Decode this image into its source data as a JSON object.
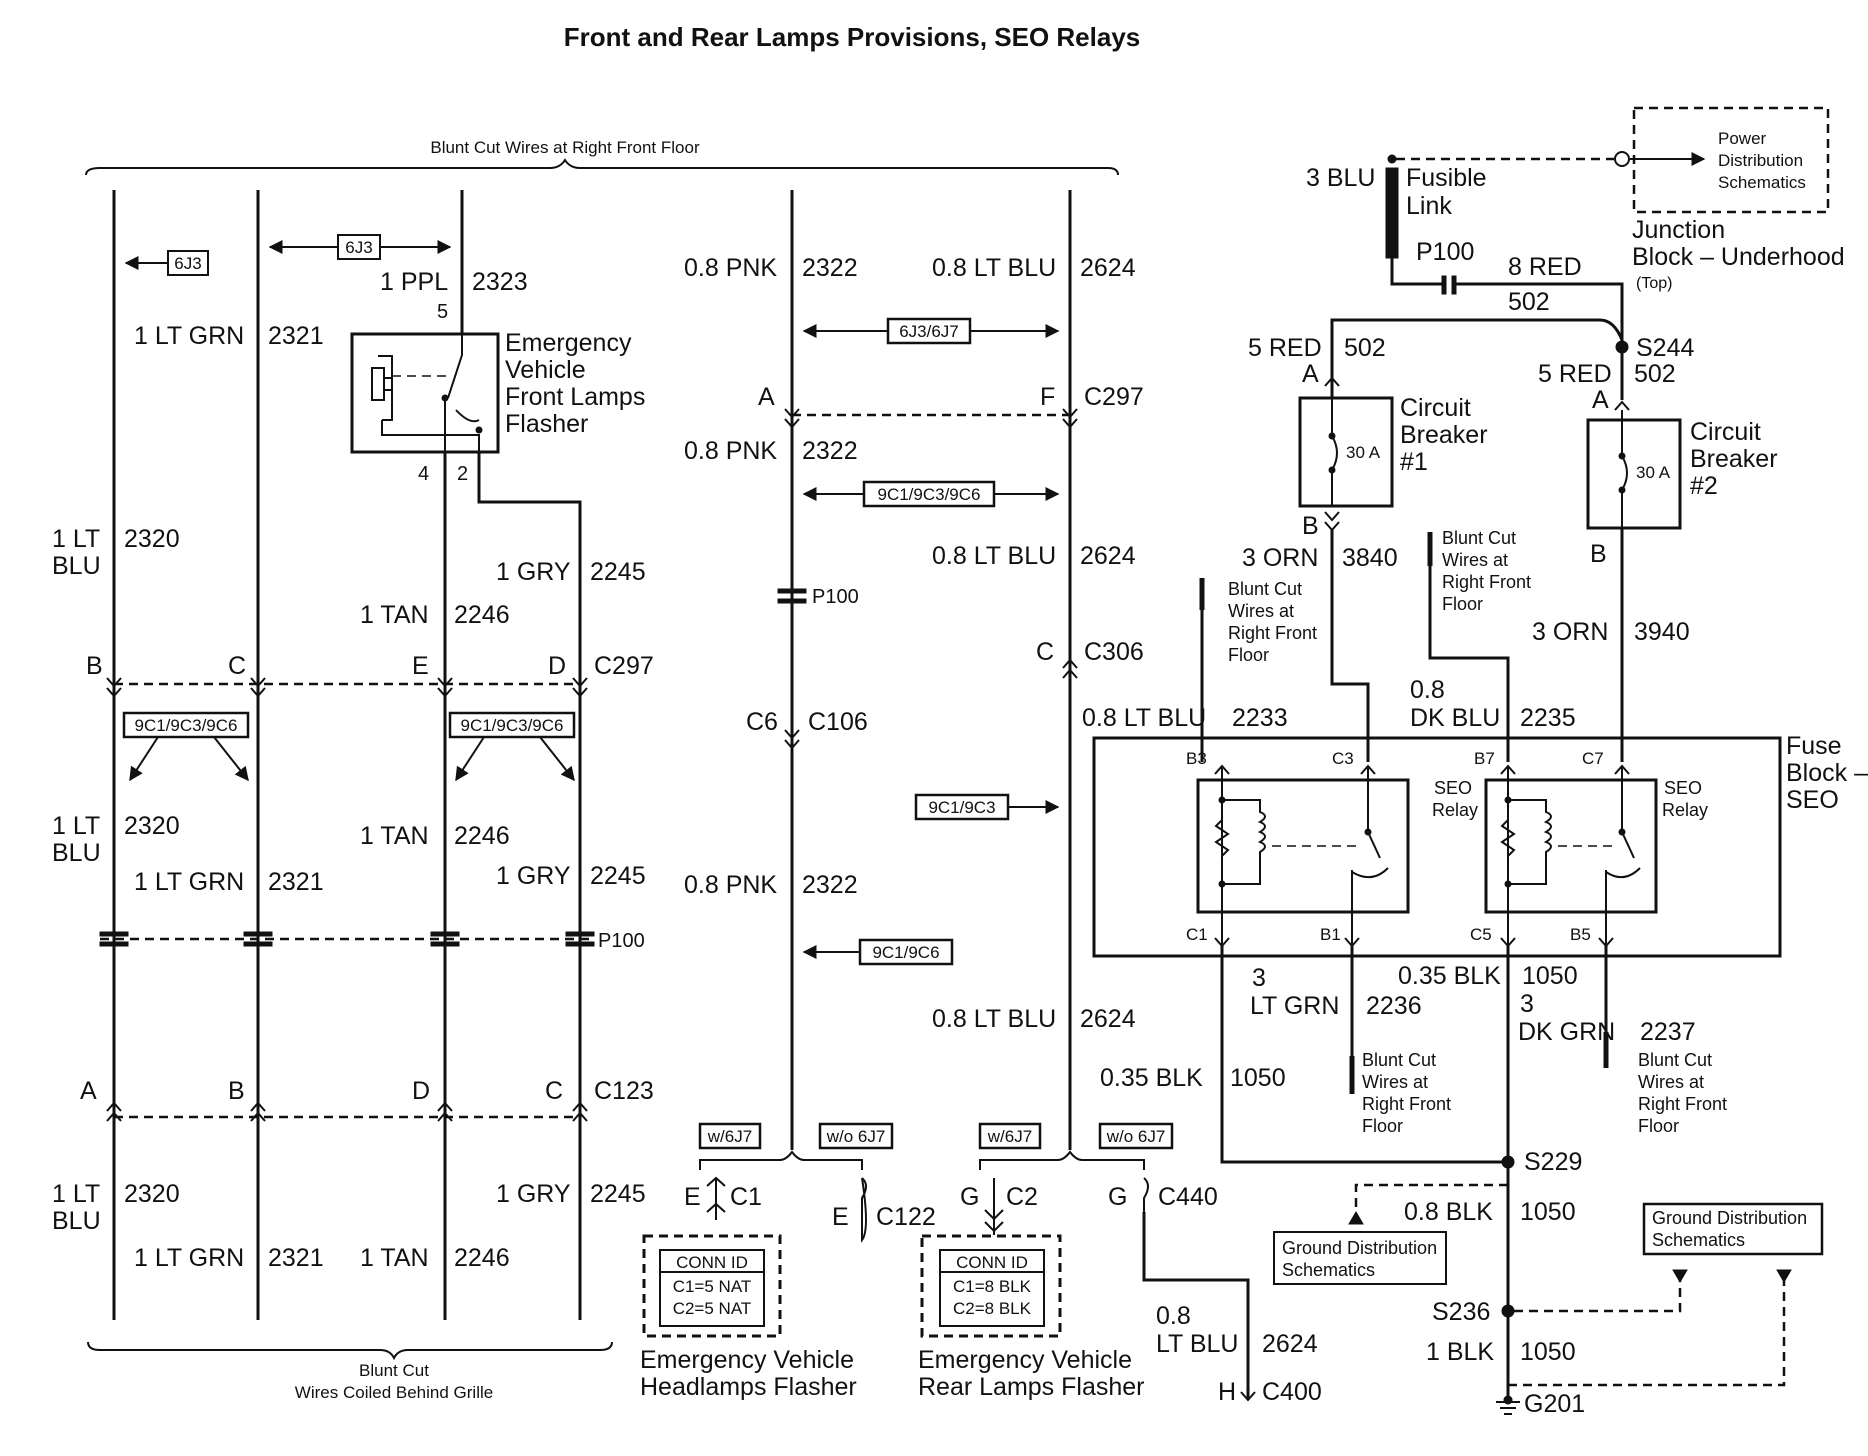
{
  "title": "Front and Rear Lamps Provisions, SEO Relays",
  "top_bracket_label": "Blunt Cut Wires at Right Front Floor",
  "bottom_bracket_label": [
    "Blunt Cut",
    "Wires Coiled Behind Grille"
  ],
  "left_wires": [
    {
      "sizes": [
        "1 LT BLU",
        "1 LT BLU",
        "1 LT BLU"
      ],
      "circuit": "2320",
      "pins": [
        "B",
        "A"
      ]
    },
    {
      "size": "1 LT GRN",
      "circuit": "2321",
      "pins": [
        "C",
        "B"
      ]
    },
    {
      "size": "1 TAN",
      "circuit": "2246",
      "pins": [
        "E",
        "D"
      ]
    },
    {
      "size": "1 GRY",
      "circuit": "2245",
      "pins": [
        "D",
        "C"
      ]
    }
  ],
  "ppl_wire": {
    "size": "1 PPL",
    "circuit": "2323"
  },
  "front_flasher": {
    "label": [
      "Emergency",
      "Vehicle",
      "Front Lamps",
      "Flasher"
    ],
    "pins": [
      "5",
      "4",
      "2"
    ]
  },
  "options": {
    "o6j3": "6J3",
    "o6j3_6j7": "6J3/6J7",
    "o9c1_9c3_9c6": "9C1/9C3/9C6",
    "o9c1_9c3": "9C1/9C3",
    "o9c1_9c6": "9C1/9C6",
    "w6j7": "w/6J7",
    "wo6j7": "w/o 6J7"
  },
  "connectors": {
    "c297": "C297",
    "c123": "C123",
    "p100": "P100",
    "c106": "C106",
    "c306": "C306",
    "c1": "C1",
    "c122": "C122",
    "c2": "C2",
    "c440": "C440",
    "c400": "C400"
  },
  "pink_wire": {
    "size": "0.8 PNK",
    "circuit": "2322",
    "pins": [
      "A",
      "C6",
      "E",
      "E"
    ]
  },
  "ltblu_wire": {
    "size": "0.8 LT BLU",
    "circuit": "2624",
    "pins": [
      "F",
      "C",
      "G",
      "G",
      "H"
    ],
    "split_size": [
      "0.8",
      "LT BLU"
    ]
  },
  "headlamps_flasher": {
    "conn_id": [
      "CONN ID",
      "C1=5 NAT",
      "C2=5 NAT"
    ],
    "label": [
      "Emergency Vehicle",
      "Headlamps Flasher"
    ]
  },
  "rear_flasher": {
    "conn_id": [
      "CONN ID",
      "C1=8 BLK",
      "C2=8 BLK"
    ],
    "label": [
      "Emergency Vehicle",
      "Rear Lamps Flasher"
    ]
  },
  "power": {
    "fusible_wire": "3 BLU",
    "fusible_link": [
      "Fusible",
      "Link"
    ],
    "power_dist": [
      "Power",
      "Distribution",
      "Schematics"
    ],
    "junction_block": [
      "Junction",
      "Block – Underhood",
      "(Top)"
    ],
    "p100": "P100",
    "red8": {
      "size": "8 RED",
      "circuit": "502"
    },
    "red5_left": {
      "size": "5 RED",
      "circuit": "502"
    },
    "red5_right": {
      "size": "5 RED",
      "circuit": "502"
    },
    "splice": "S244"
  },
  "breakers": [
    {
      "label": [
        "Circuit",
        "Breaker",
        "#1"
      ],
      "rating": "30 A",
      "pins": [
        "A",
        "B"
      ],
      "out_wire": {
        "size": "3 ORN",
        "circuit": "3840"
      }
    },
    {
      "label": [
        "Circuit",
        "Breaker",
        "#2"
      ],
      "rating": "30 A",
      "pins": [
        "A",
        "B"
      ],
      "out_wire": {
        "size": "3 ORN",
        "circuit": "3940"
      }
    }
  ],
  "blunt_cut_floor": [
    "Blunt Cut",
    "Wires at",
    "Right Front",
    "Floor"
  ],
  "seo_inputs": [
    {
      "size": "0.8 LT BLU",
      "circuit": "2233"
    },
    {
      "size": [
        "0.8",
        "DK BLU"
      ],
      "circuit": "2235"
    }
  ],
  "fuse_block": {
    "label": [
      "Fuse",
      "Block –",
      "SEO"
    ],
    "relay_label": [
      "SEO",
      "Relay"
    ],
    "pins_relay1": [
      "B3",
      "C3",
      "C1",
      "B1"
    ],
    "pins_relay2": [
      "B7",
      "C7",
      "C5",
      "B5"
    ]
  },
  "seo_outputs": {
    "ltgrn": {
      "size": [
        "3",
        "LT GRN"
      ],
      "circuit": "2236"
    },
    "dkgrn": {
      "size": [
        "3",
        "DK GRN"
      ],
      "circuit": "2237"
    },
    "blk035_a": {
      "size": "0.35 BLK",
      "circuit": "1050"
    },
    "blk035_b": {
      "size": "0.35 BLK",
      "circuit": "1050"
    }
  },
  "ground": {
    "s229": "S229",
    "s236": "S236",
    "g201": "G201",
    "blk08": {
      "size": "0.8 BLK",
      "circuit": "1050"
    },
    "blk1": {
      "size": "1 BLK",
      "circuit": "1050"
    },
    "gd_left": [
      "Ground Distribution",
      "Schematics"
    ],
    "gd_right": [
      "Ground Distribution",
      "Schematics"
    ]
  }
}
